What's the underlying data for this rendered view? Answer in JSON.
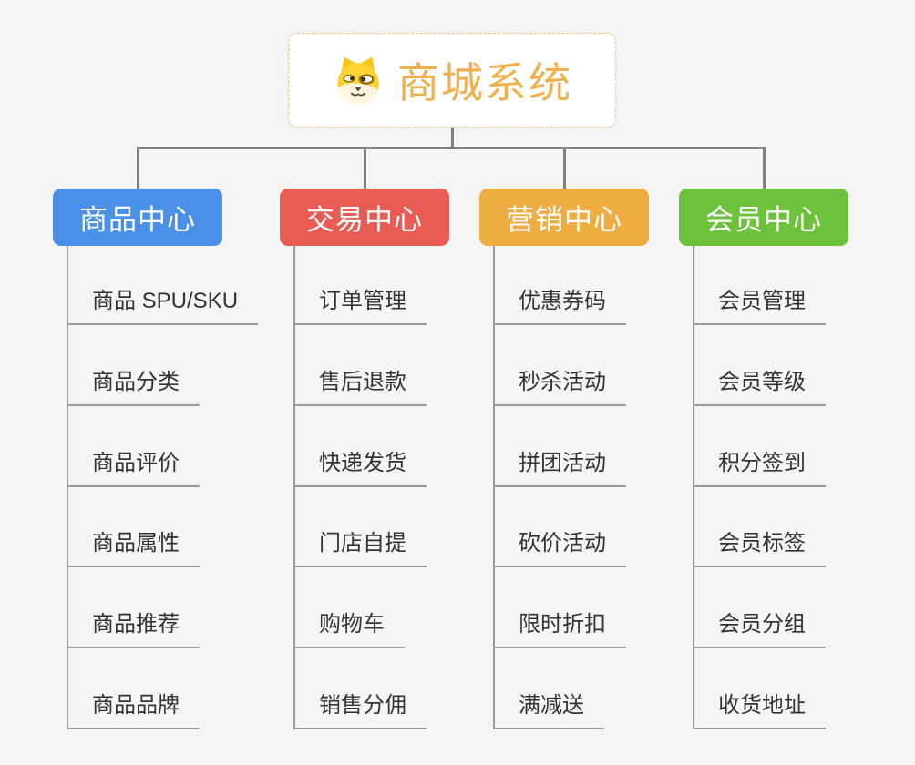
{
  "root": {
    "title": "商城系统",
    "icon": "dog-face-icon"
  },
  "branches": [
    {
      "label": "商品中心",
      "color": "#4A90E8",
      "items": [
        "商品 SPU/SKU",
        "商品分类",
        "商品评价",
        "商品属性",
        "商品推荐",
        "商品品牌"
      ]
    },
    {
      "label": "交易中心",
      "color": "#E85C55",
      "items": [
        "订单管理",
        "售后退款",
        "快递发货",
        "门店自提",
        "购物车",
        "销售分佣"
      ]
    },
    {
      "label": "营销中心",
      "color": "#EDAD40",
      "items": [
        "优惠券码",
        "秒杀活动",
        "拼团活动",
        "砍价活动",
        "限时折扣",
        "满减送"
      ]
    },
    {
      "label": "会员中心",
      "color": "#6DC23C",
      "items": [
        "会员管理",
        "会员等级",
        "积分签到",
        "会员标签",
        "会员分组",
        "收货地址"
      ]
    }
  ],
  "colors": {
    "background": "#F5F5F5",
    "root_title": "#F0B04E",
    "root_border": "#F5C476",
    "connector": "#808080",
    "sub_line": "#9B9B9B",
    "subtopic_text": "#333333",
    "branch_text": "#FFFFFF"
  }
}
